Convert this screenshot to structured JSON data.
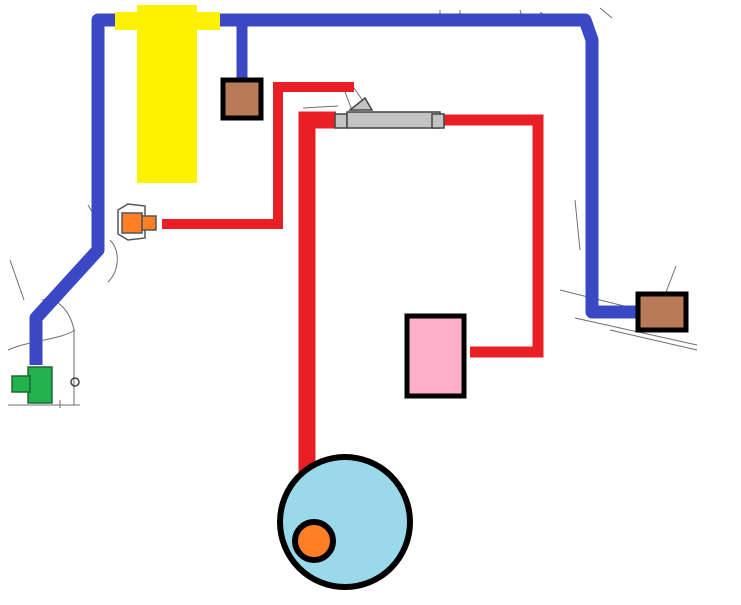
{
  "colors": {
    "background": "#ffffff",
    "blue_line": "#3a48c6",
    "red_line": "#ea1f25",
    "yellow_block": "#fff200",
    "brown_box": "#b97a57",
    "pink_box": "#ffaec9",
    "tank": "#99d9ea",
    "orange_port": "#ff7f27",
    "green_part": "#22b14c",
    "gray_part": "#c3c3c3",
    "outline": "#000000",
    "sketch": "#6e6e6e"
  },
  "components": [
    {
      "id": "yellow-reservoir",
      "kind": "block"
    },
    {
      "id": "upper-sensor",
      "kind": "square"
    },
    {
      "id": "right-sensor",
      "kind": "square"
    },
    {
      "id": "pink-canister",
      "kind": "block"
    },
    {
      "id": "round-tank",
      "kind": "circle"
    },
    {
      "id": "tank-outlet",
      "kind": "circle"
    },
    {
      "id": "orange-fitting",
      "kind": "fitting"
    },
    {
      "id": "gray-valve",
      "kind": "fitting"
    },
    {
      "id": "green-pump",
      "kind": "fitting"
    }
  ],
  "lines": [
    {
      "id": "blue-main",
      "color": "blue"
    },
    {
      "id": "blue-drop",
      "color": "blue"
    },
    {
      "id": "red-tank",
      "color": "red"
    },
    {
      "id": "red-fitting",
      "color": "red"
    },
    {
      "id": "red-canister",
      "color": "red"
    }
  ]
}
